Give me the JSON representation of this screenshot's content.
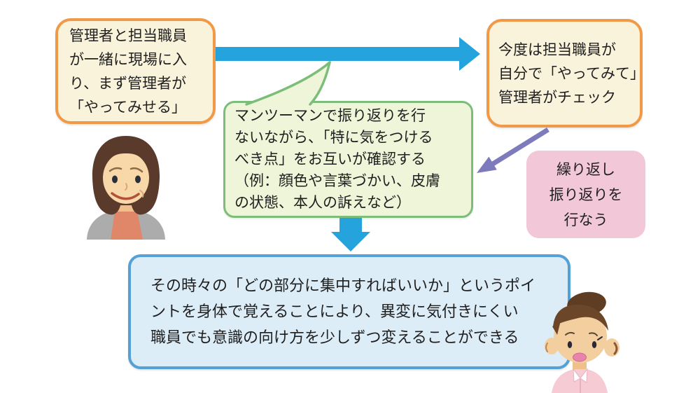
{
  "boxes": {
    "step1": {
      "text": "管理者と担当職員\nが一緒に現場に入\nり、まず管理者が\n「やってみせる」"
    },
    "step2": {
      "text": "今度は担当職員が\n自分で「やってみて」\n管理者がチェック"
    },
    "feedback": {
      "text": "マンツーマンで振り返りを行\nないながら、「特に気をつける\nべき点」をお互いが確認する\n（例：顔色や言葉づかい、皮膚\nの状態、本人の訴えなど）"
    },
    "repeat": {
      "lines": [
        "繰り返し",
        "振り返りを",
        "行なう"
      ]
    },
    "result": {
      "text": "その時々の「どの部分に集中すればいいか」というポイ\nントを身体で覚えることにより、異変に気付きにくい\n職員でも意識の向け方を少しずつ変えることができる"
    }
  },
  "arrows": {
    "step1_to_step2": "blue-right-arrow",
    "step2_to_feedback": "purple-diagonal-arrow",
    "feedback_to_result": "blue-down-arrow"
  },
  "illustrations": {
    "manager": "manager-woman",
    "staff": "staff-woman"
  },
  "colors": {
    "box_border_orange": "#F09A47",
    "box_fill_cream": "#FAF3DC",
    "box_border_green": "#7CBE79",
    "box_fill_green": "#EEF5D8",
    "box_fill_pink": "#F2C8D8",
    "box_border_blue": "#55A0D5",
    "box_fill_blue": "#DDEDF8",
    "arrow_blue": "#25A3DC",
    "arrow_purple": "#7E7BBC",
    "text": "#1F1F1F"
  }
}
